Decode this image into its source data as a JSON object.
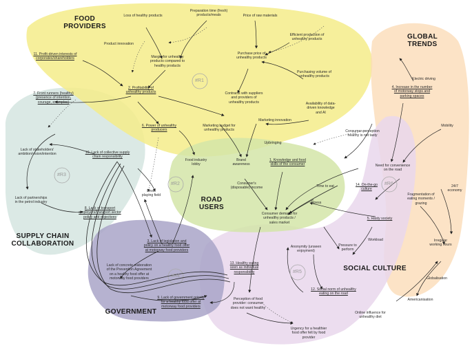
{
  "regions": {
    "food_providers": "FOOD\nPROVIDERS",
    "global_trends": "GLOBAL\nTRENDS",
    "road_users": "ROAD\nUSERS",
    "supply_chain": "SUPPLY CHAIN\nCOLLABORATION",
    "government": "GOVERNMENT",
    "social_culture": "SOCIAL CULTURE"
  },
  "loops": {
    "r1": "#R1",
    "r2": "#R2",
    "r3": "#R3",
    "r4": "#R4",
    "r5": "#R5",
    "r6": "#R6"
  },
  "nodes": {
    "loss_healthy": "Loss of healthy products",
    "prep_time": "Preparation time (fresh)\nproducts/meals",
    "price_raw": "Price of raw materials",
    "product_innovation": "Product innovation",
    "efficient_production": "Efficient production of\nunhealthy products",
    "profit_driven": "11. Profit-driven interests of\ncorporates/shareholders",
    "margin": "Margin for unhealthy\nproducts compared to\nhealthy products",
    "purchase_price": "Purchase price of\nunhealthy products",
    "purchasing_volume": "Purchasing volume of\nunhealthy products",
    "profitability": "2. Profitability of\nunhealthy products",
    "front_runners": "7. Front runners (healthy)\n(presence of intention,\ncourage, examples)",
    "contracts": "Contracts with suppliers\nand providers of\nunhealthy products",
    "data_knowledge": "Availability of data-\ndriven knowledge\nand AI",
    "power_providers": "6. Power of unhealthy\nproducers",
    "marketing_budget": "Marketing budget for\nunhealthy products",
    "marketing_innovation": "Marketing innovation",
    "electric_driving": "Electric driving",
    "increase_stops": "4. Increase in the number\nof motorway stops and\nparking spaces",
    "mobility": "Mobility",
    "consumer_perception": "Consumer perception\nhealthy is not tasty",
    "lack_stakeholders": "Lack of stakeholders'\nambition/vision/intention",
    "lack_collective": "10. Lack of collective supply\nchain responsibility",
    "lobby": "Food industry\nlobby",
    "upbringing": "Upbringing",
    "brand_awareness": "Brand\nawareness",
    "knowledge_skills": "1. Knowledge and food\nskills of the consumer",
    "need_convenience": "Need for convenience\non the road",
    "level_playing": "Level\nplaying field",
    "time_to_eat": "Time to eat",
    "on_the_go": "14. On-the-go\nculture",
    "disposable_income": "Consumer's\n(disposable) income",
    "fragmentation": "Fragmentation of\neating moments /\ngrazing",
    "economy_247": "24/7\neconomy",
    "lack_partnerships": "Lack of partnerships\nin the petrol industry",
    "stress": "Stress",
    "lack_transport": "8. Lack of transport\nemployers/transport sector\npolicy and objectives",
    "consumer_demand": "Consumer demand for\nunhealthy products /\nsales market",
    "hasty_society": "5. Hasty society",
    "lack_legislation": "3. Lack of legislation and\npolicy on a healthy food offer\nat motorway food providers",
    "workload": "Workload",
    "anonymity": "Anonymity (unseen\nenjoyment)",
    "pressure_perform": "Pressure to\nperform",
    "irregular_hours": "Irregular\nworking hours",
    "lack_elaboration": "Lack of concrete elaboration\nof the Prevention Agreement\non a healthy food offer at\nmotorway food providers",
    "healthy_individual": "13. Healthy eating\nseen as individual\nresponsibility",
    "globalisation": "Globalisation",
    "social_norm": "12. Social norm of unhealthy\neating on the road",
    "lack_priority": "9. Lack of government priority\nfor a healthy food offer at\nmotorway food providers",
    "americanisation": "Americanisation",
    "perception_provider": "Perception of food\nprovider: consumer\ndoes not want healthy",
    "online_influence": "Online influence for\nunhealthy diet",
    "urgency": "Urgency for a healthier\nfood offer felt by food\nprovider"
  }
}
